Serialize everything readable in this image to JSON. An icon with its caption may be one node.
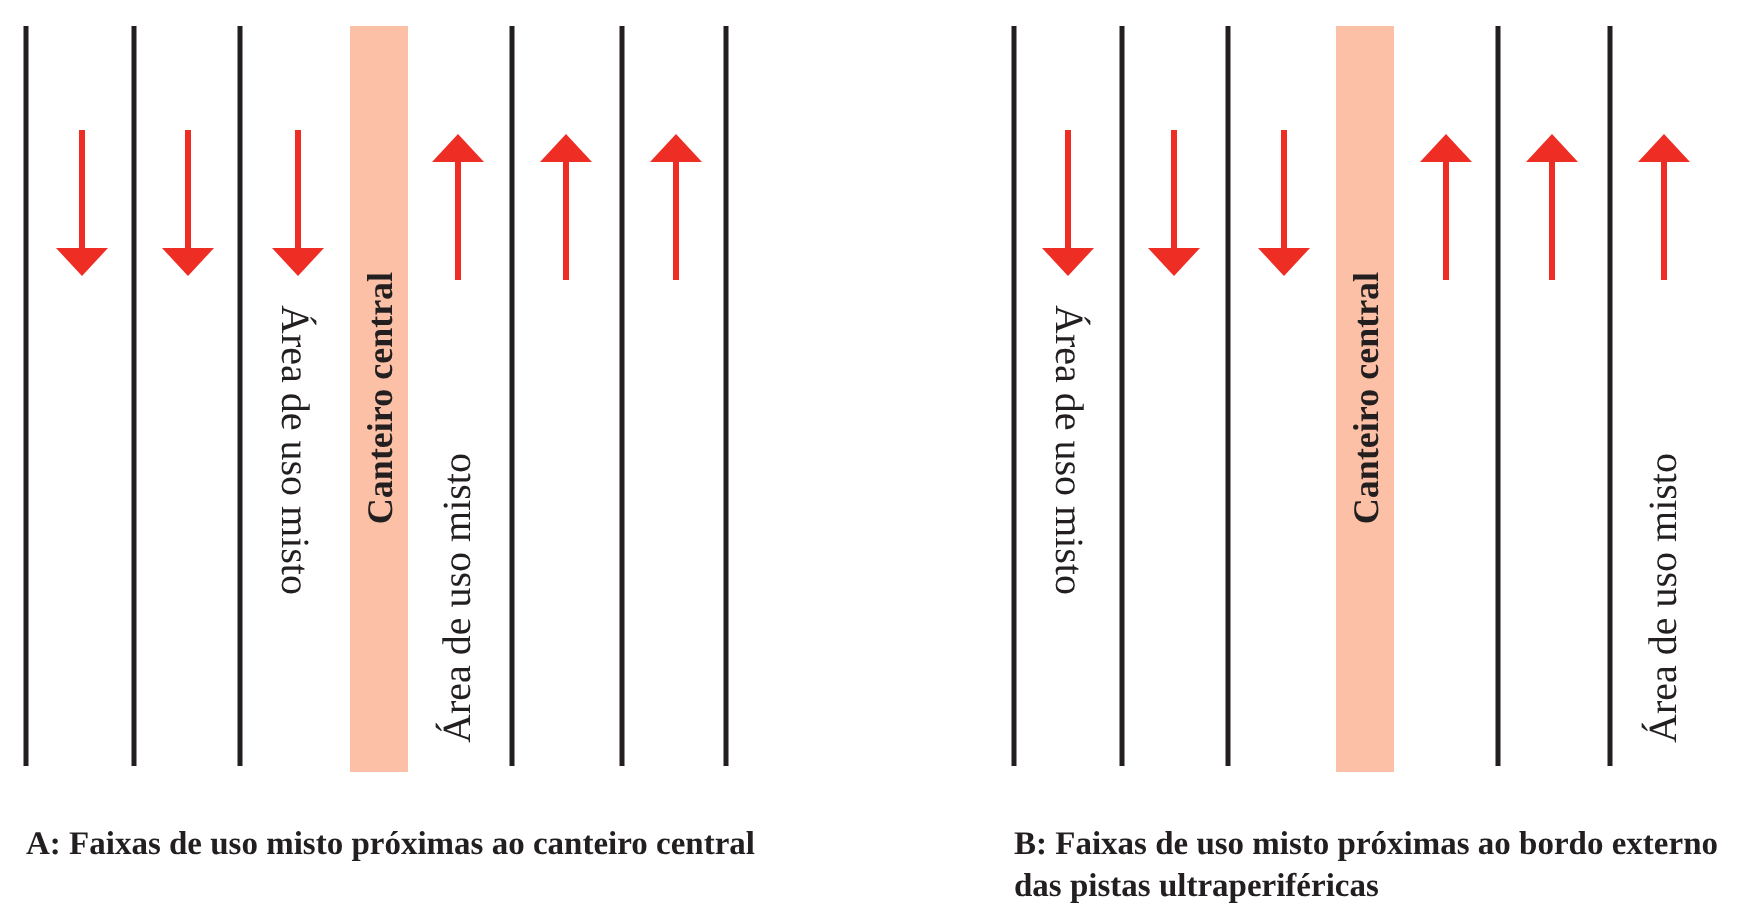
{
  "diagram": {
    "nodes": [
      {
        "text": [
          "Canteiro central"
        ]
      },
      {
        "text": [
          "Canteiro central"
        ]
      }
    ],
    "labels": [
      "Área de uso misto",
      "Área de uso misto",
      "Área de uso misto",
      "Área de uso misto",
      "A: Faixas de uso misto próximas ao canteiro central",
      "B: Faixas de uso misto próximas ao bordo externo das pistas ultraperiféricas"
    ]
  }
}
